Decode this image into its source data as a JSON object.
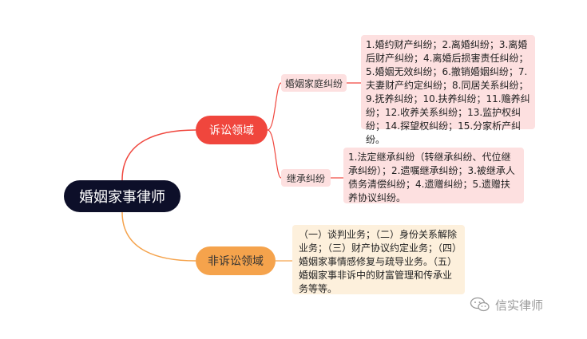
{
  "root": {
    "label": "婚姻家事律师"
  },
  "branches": [
    {
      "label": "诉讼领域",
      "children": [
        {
          "label": "婚姻家庭纠纷",
          "detail": "1.婚约财产纠纷；2.离婚纠纷；3.离婚后财产纠纷；4.离婚后损害责任纠纷；5.婚姻无效纠纷；6.撤销婚姻纠纷；7.夫妻财产约定纠纷；8.同居关系纠纷；9.抚养纠纷；10.扶养纠纷；11.赡养纠纷；12.收养关系纠纷；13.监护权纠纷；14.探望权纠纷；15.分家析产纠纷。"
        },
        {
          "label": "继承纠纷",
          "detail": "1.法定继承纠纷（转继承纠纷、代位继承纠纷）；2.遗嘱继承纠纷；3.被继承人债务清偿纠纷；4.遗赠纠纷；5.遗赠扶养协议纠纷。"
        }
      ]
    },
    {
      "label": "非诉讼领域",
      "detail": "（一）谈判业务；（二）身份关系解除业务；（三）财产协议约定业务；（四）婚姻家事情感修复与疏导业务。（五）婚姻家事非诉中的财富管理和传承业务等等。"
    }
  ],
  "watermark": {
    "text": "信实律师",
    "icon": "wechat-icon"
  },
  "colors": {
    "root": "#0d0f29",
    "litigation": "#f0463d",
    "non_litigation": "#f5a34c",
    "sub_fill": "#fde0e0",
    "non_litigation_fill": "#fdf0dc"
  }
}
